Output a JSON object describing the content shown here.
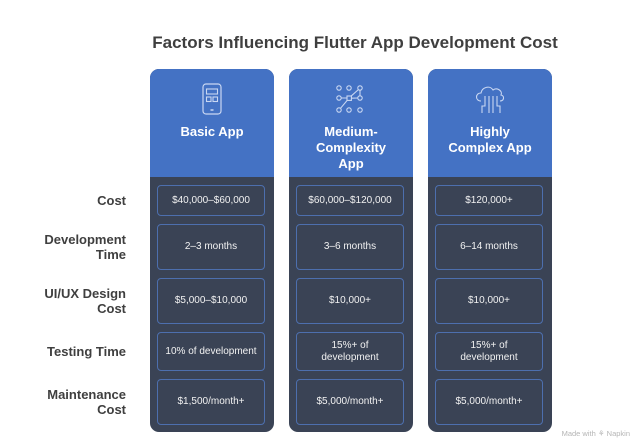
{
  "title": "Factors Influencing Flutter App Development Cost",
  "rows": [
    {
      "label": "Cost"
    },
    {
      "label": "Development Time"
    },
    {
      "label": "UI/UX Design Cost"
    },
    {
      "label": "Testing Time"
    },
    {
      "label": "Maintenance Cost"
    }
  ],
  "row_label_lines": [
    [
      "Cost"
    ],
    [
      "Development",
      "Time"
    ],
    [
      "UI/UX Design",
      "Cost"
    ],
    [
      "Testing Time"
    ],
    [
      "Maintenance",
      "Cost"
    ]
  ],
  "columns": [
    {
      "name": "Basic App",
      "icon": "mobile-phone-icon",
      "values": [
        "$40,000–$60,000",
        "2–3 months",
        "$5,000–$10,000",
        "10% of development",
        "$1,500/month+"
      ]
    },
    {
      "name": "Medium-Complexity App",
      "name_lines": [
        "Medium-",
        "Complexity",
        "App"
      ],
      "icon": "network-nodes-icon",
      "values": [
        "$60,000–$120,000",
        "3–6 months",
        "$10,000+",
        "15%+ of development",
        "$5,000/month+"
      ]
    },
    {
      "name": "Highly Complex App",
      "name_lines": [
        "Highly",
        "Complex App"
      ],
      "icon": "cloud-circuit-icon",
      "values": [
        "$120,000+",
        "6–14 months",
        "$10,000+",
        "15%+ of development",
        "$5,000/month+"
      ]
    }
  ],
  "colors": {
    "header_blue": "#4472c4",
    "body_dark": "#3a4355",
    "cell_border": "#4d6fae",
    "title_text": "#3f3f3f"
  },
  "watermark": "Made with ⚘ Napkin"
}
